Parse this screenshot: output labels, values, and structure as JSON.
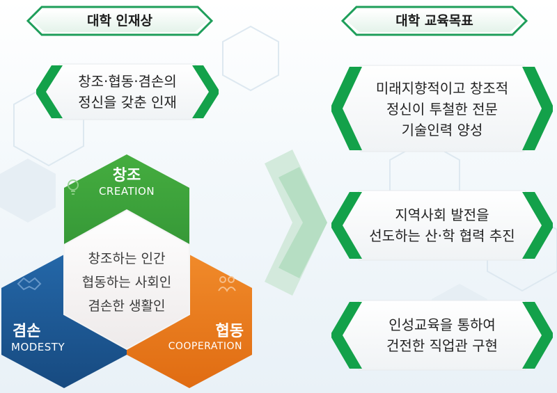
{
  "left_header": "대학 인재상",
  "right_header": "대학 교육목표",
  "ideal_talent": {
    "lines": [
      "창조·협동·겸손의",
      "정신을 갖춘 인재"
    ]
  },
  "hexagons": {
    "creation": {
      "title": "창조",
      "subtitle": "CREATION",
      "color": "#3ea33a",
      "icon": "lightbulb-icon"
    },
    "modesty": {
      "title": "겸손",
      "subtitle": "MODESTY",
      "color": "#1c5a99",
      "icon": "handshake-icon"
    },
    "cooperation": {
      "title": "협동",
      "subtitle": "COOPERATION",
      "color": "#ea7d1f",
      "icon": "people-icon"
    },
    "center": {
      "lines": [
        "창조하는 인간",
        "협동하는 사회인",
        "겸손한 생활인"
      ]
    }
  },
  "goals": [
    {
      "lines": [
        "미래지향적이고 창조적",
        "정신이 투철한 전문",
        "기술인력 양성"
      ]
    },
    {
      "lines": [
        "지역사회 발전을",
        "선도하는 산·학 협력 추진"
      ]
    },
    {
      "lines": [
        "인성교육을 통하여",
        "건전한 직업관 구현"
      ]
    }
  ],
  "accent_green": "#13a14a"
}
